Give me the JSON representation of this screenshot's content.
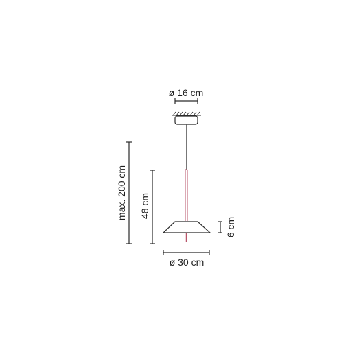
{
  "dimensions": {
    "canopy_diameter": "ø 16 cm",
    "max_height": "max. 200 cm",
    "body_height": "48 cm",
    "shade_height": "6 cm",
    "shade_diameter": "ø 30 cm"
  },
  "colors": {
    "line": "#2a2a2a",
    "stem": "#b8566b",
    "background": "#ffffff"
  }
}
